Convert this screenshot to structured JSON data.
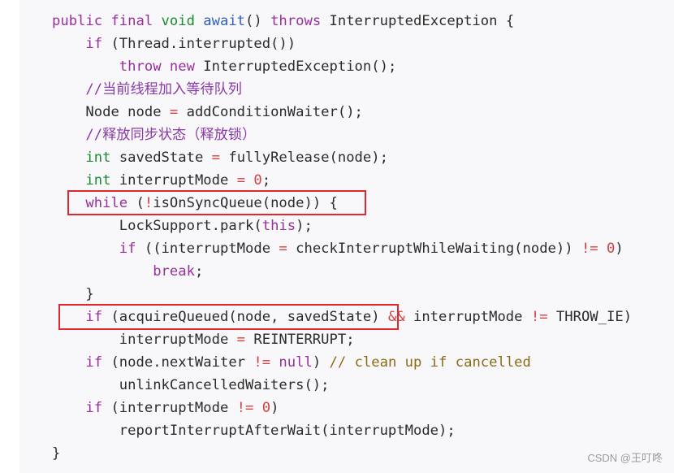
{
  "colors": {
    "keyword": "#9a2e9c",
    "type": "#1b8a2e",
    "method": "#2f5fc4",
    "plain": "#2b2b2b",
    "comment_cn": "#8a3aa8",
    "comment_en": "#8a6b15",
    "number": "#d24141",
    "operator": "#d24141",
    "highlight_border": "#e0272c"
  },
  "code": {
    "lines": [
      [
        [
          "public ",
          "keyword"
        ],
        [
          "final ",
          "keyword"
        ],
        [
          "void ",
          "type"
        ],
        [
          "await",
          "method"
        ],
        [
          "() ",
          "plain"
        ],
        [
          "throws ",
          "keyword"
        ],
        [
          "InterruptedException {",
          "plain"
        ]
      ],
      [
        [
          "    ",
          "plain"
        ],
        [
          "if ",
          "keyword"
        ],
        [
          "(Thread.interrupted())",
          "plain"
        ]
      ],
      [
        [
          "        ",
          "plain"
        ],
        [
          "throw ",
          "keyword"
        ],
        [
          "new ",
          "keyword"
        ],
        [
          "InterruptedException();",
          "plain"
        ]
      ],
      [
        [
          "    ",
          "plain"
        ],
        [
          "//当前线程加入等待队列",
          "comment_cn"
        ]
      ],
      [
        [
          "    ",
          "plain"
        ],
        [
          "Node node ",
          "plain"
        ],
        [
          "= ",
          "operator"
        ],
        [
          "addConditionWaiter();",
          "plain"
        ]
      ],
      [
        [
          "    ",
          "plain"
        ],
        [
          "//释放同步状态（释放锁）",
          "comment_cn"
        ]
      ],
      [
        [
          "    ",
          "plain"
        ],
        [
          "int ",
          "type"
        ],
        [
          "savedState ",
          "plain"
        ],
        [
          "= ",
          "operator"
        ],
        [
          "fullyRelease(node);",
          "plain"
        ]
      ],
      [
        [
          "    ",
          "plain"
        ],
        [
          "int ",
          "type"
        ],
        [
          "interruptMode ",
          "plain"
        ],
        [
          "= ",
          "operator"
        ],
        [
          "0",
          "number"
        ],
        [
          ";",
          "plain"
        ]
      ],
      [
        [
          "    ",
          "plain"
        ],
        [
          "while ",
          "keyword"
        ],
        [
          "(",
          "plain"
        ],
        [
          "!",
          "operator"
        ],
        [
          "isOnSyncQueue(node)) {",
          "plain"
        ]
      ],
      [
        [
          "        ",
          "plain"
        ],
        [
          "LockSupport.park(",
          "plain"
        ],
        [
          "this",
          "keyword"
        ],
        [
          ");",
          "plain"
        ]
      ],
      [
        [
          "        ",
          "plain"
        ],
        [
          "if ",
          "keyword"
        ],
        [
          "((interruptMode ",
          "plain"
        ],
        [
          "= ",
          "operator"
        ],
        [
          "checkInterruptWhileWaiting(node)) ",
          "plain"
        ],
        [
          "!= ",
          "operator"
        ],
        [
          "0",
          "number"
        ],
        [
          ")",
          "plain"
        ]
      ],
      [
        [
          "            ",
          "plain"
        ],
        [
          "break",
          "keyword"
        ],
        [
          ";",
          "plain"
        ]
      ],
      [
        [
          "    }",
          "plain"
        ]
      ],
      [
        [
          "    ",
          "plain"
        ],
        [
          "if ",
          "keyword"
        ],
        [
          "(acquireQueued(node, savedState) ",
          "plain"
        ],
        [
          "&& ",
          "operator"
        ],
        [
          "interruptMode ",
          "plain"
        ],
        [
          "!= ",
          "operator"
        ],
        [
          "THROW_IE)",
          "plain"
        ]
      ],
      [
        [
          "        ",
          "plain"
        ],
        [
          "interruptMode ",
          "plain"
        ],
        [
          "= ",
          "operator"
        ],
        [
          "REINTERRUPT;",
          "plain"
        ]
      ],
      [
        [
          "    ",
          "plain"
        ],
        [
          "if ",
          "keyword"
        ],
        [
          "(node.nextWaiter ",
          "plain"
        ],
        [
          "!= ",
          "operator"
        ],
        [
          "null",
          "keyword"
        ],
        [
          ") ",
          "plain"
        ],
        [
          "// clean up if cancelled",
          "comment_en"
        ]
      ],
      [
        [
          "        ",
          "plain"
        ],
        [
          "unlinkCancelledWaiters();",
          "plain"
        ]
      ],
      [
        [
          "    ",
          "plain"
        ],
        [
          "if ",
          "keyword"
        ],
        [
          "(interruptMode ",
          "plain"
        ],
        [
          "!= ",
          "operator"
        ],
        [
          "0",
          "number"
        ],
        [
          ")",
          "plain"
        ]
      ],
      [
        [
          "        ",
          "plain"
        ],
        [
          "reportInterruptAfterWait(interruptMode);",
          "plain"
        ]
      ],
      [
        [
          "}",
          "plain"
        ]
      ]
    ]
  },
  "watermark": "CSDN @王叮咚"
}
